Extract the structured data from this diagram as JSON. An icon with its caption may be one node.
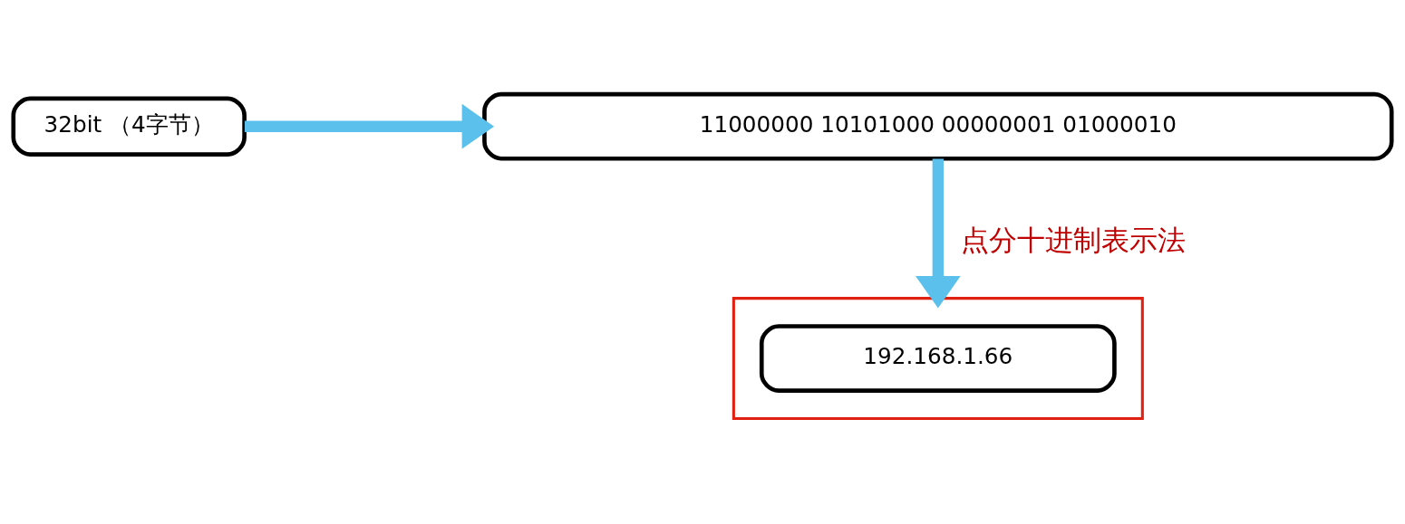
{
  "diagram": {
    "nodes": [
      {
        "text": [
          "32bit （4字节）"
        ]
      },
      {
        "text": [
          "11000000 10101000 00000001 01000010"
        ]
      },
      {
        "text": [],
        "shape": "box"
      },
      {
        "text": [
          "192.168.1.66"
        ],
        "in": 2
      }
    ],
    "edges": [
      {
        "from": 0,
        "to": 1,
        "arrow": "to"
      },
      {
        "from": 1,
        "to": 2,
        "arrow": "to",
        "label": "点分十进制表示法"
      }
    ]
  }
}
